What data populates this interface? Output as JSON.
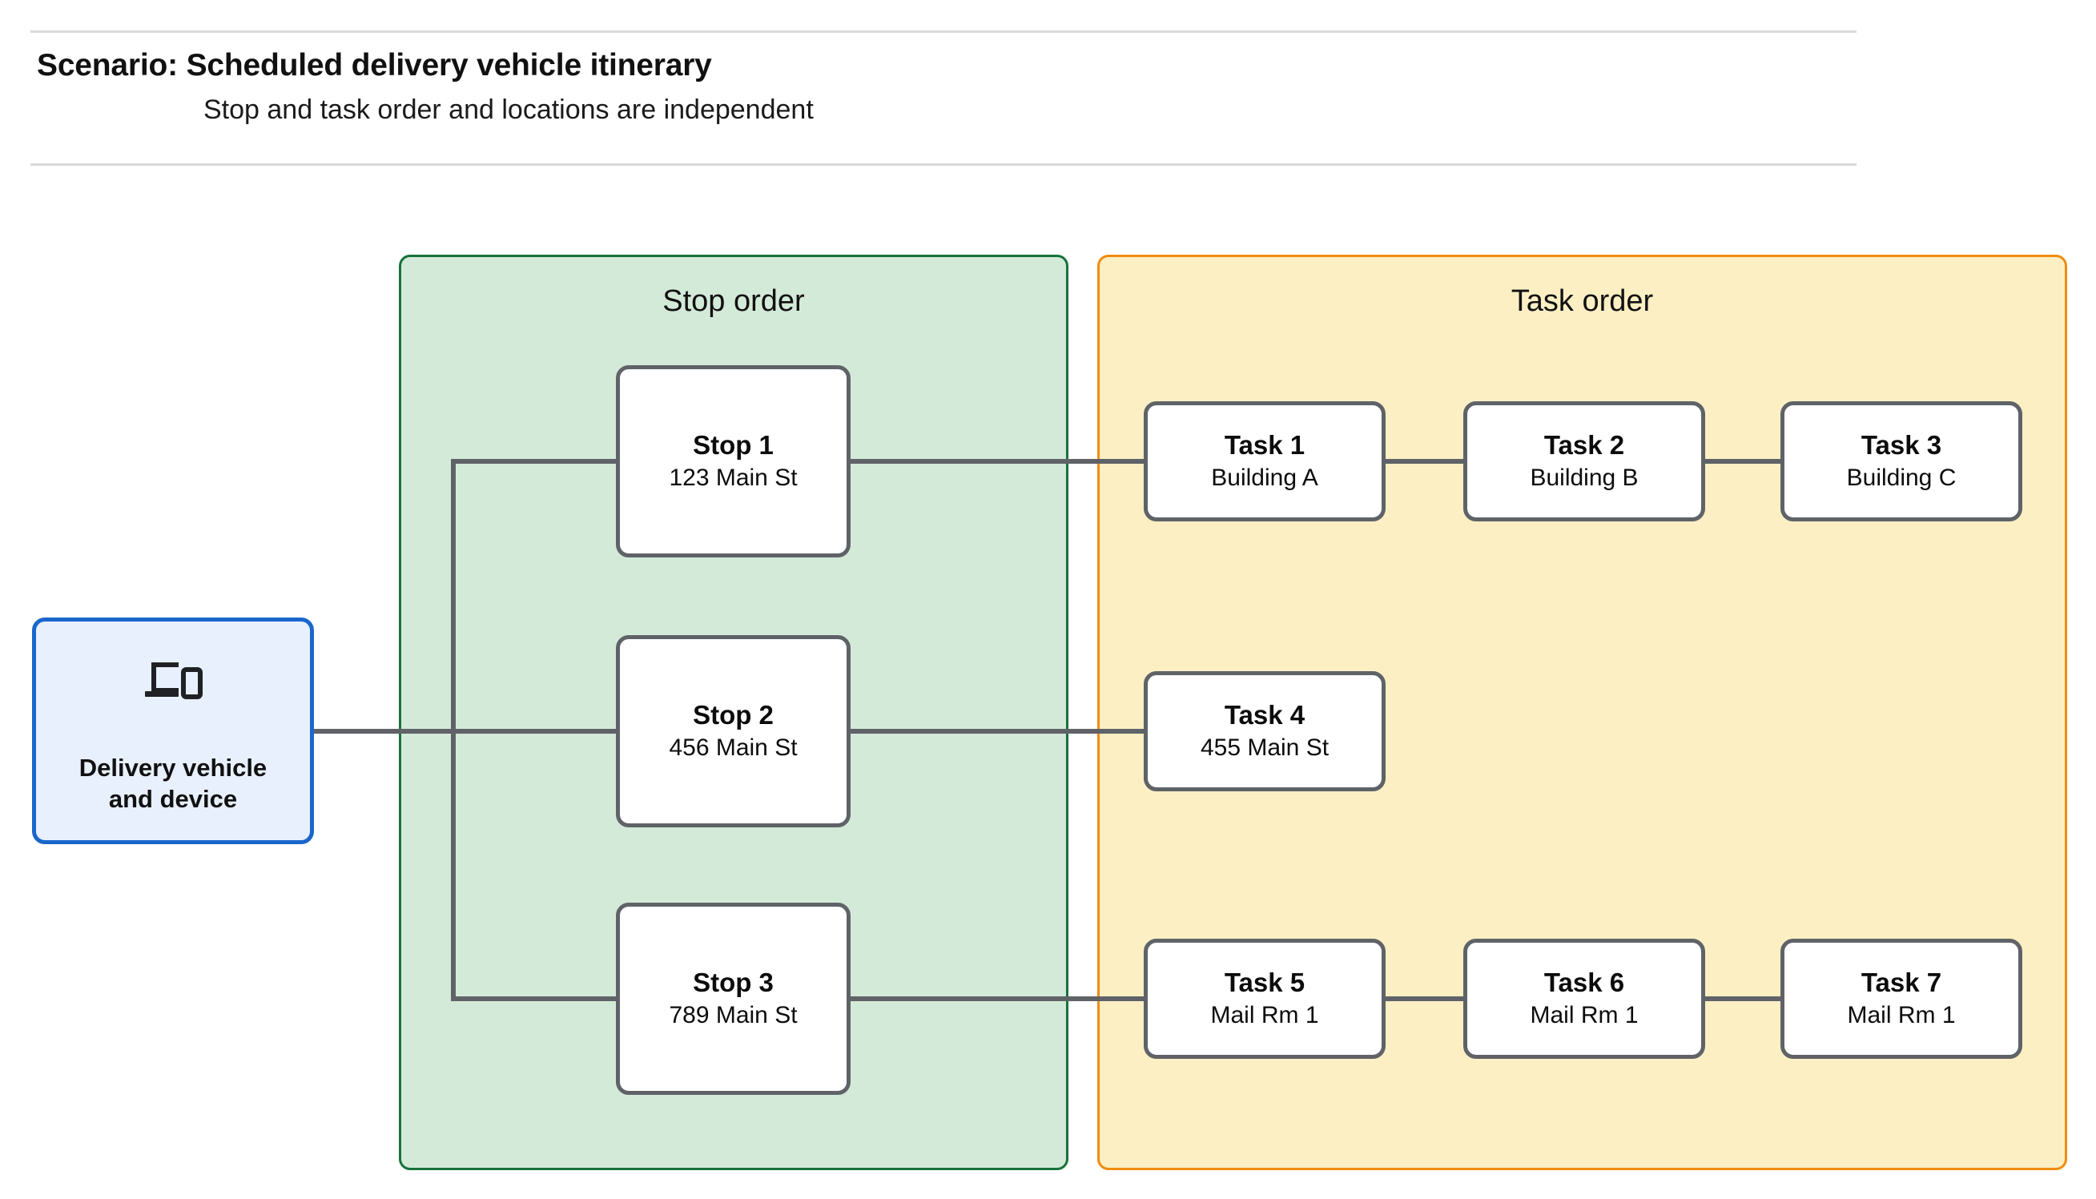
{
  "header": {
    "title": "Scenario: Scheduled delivery vehicle itinerary",
    "subtitle": "Stop and task order and locations are independent"
  },
  "vehicle": {
    "icon": "devices-icon",
    "label_line1": "Delivery vehicle",
    "label_line2": "and device"
  },
  "stop_group": {
    "title": "Stop order",
    "border_color": "#16723b",
    "fill_color": "#d4ead8",
    "stops": [
      {
        "title": "Stop 1",
        "address": "123 Main St"
      },
      {
        "title": "Stop 2",
        "address": "456 Main St"
      },
      {
        "title": "Stop 3",
        "address": "789 Main St"
      }
    ]
  },
  "task_group": {
    "title": "Task order",
    "border_color": "#f08c10",
    "fill_color": "#fcefc4",
    "rows": [
      {
        "tasks": [
          {
            "title": "Task 1",
            "location": "Building A"
          },
          {
            "title": "Task 2",
            "location": "Building B"
          },
          {
            "title": "Task 3",
            "location": "Building C"
          }
        ]
      },
      {
        "tasks": [
          {
            "title": "Task 4",
            "location": "455 Main St"
          }
        ]
      },
      {
        "tasks": [
          {
            "title": "Task 5",
            "location": "Mail Rm 1"
          },
          {
            "title": "Task 6",
            "location": "Mail Rm 1"
          },
          {
            "title": "Task 7",
            "location": "Mail Rm 1"
          }
        ]
      }
    ]
  },
  "colors": {
    "connector": "#5f6368",
    "node_border": "#5f6368",
    "vehicle_border": "#1a66cc",
    "vehicle_fill": "#e8f0fe",
    "divider": "#d9d9d9"
  }
}
